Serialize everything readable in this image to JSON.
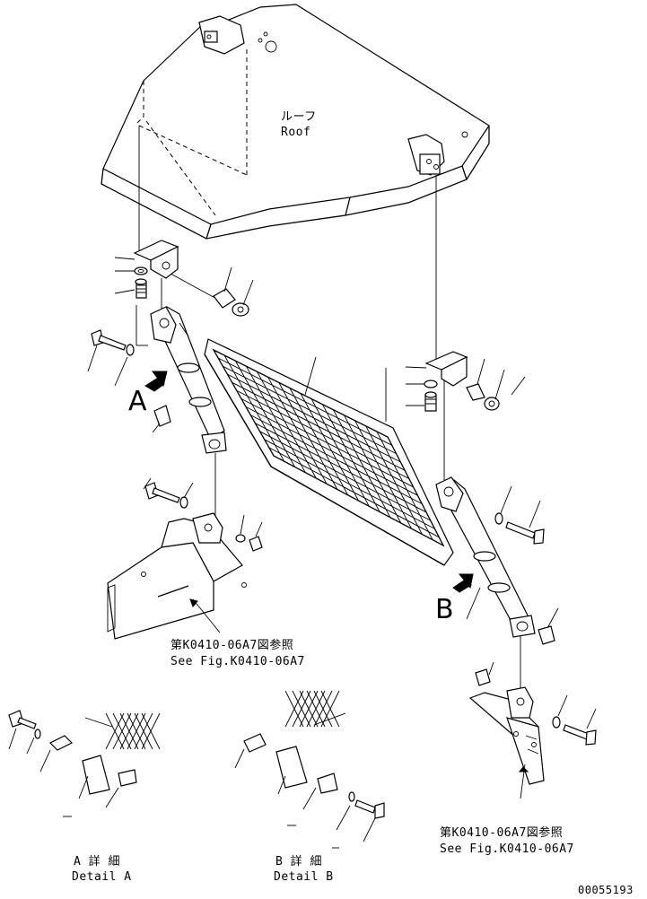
{
  "roof": {
    "label_jp": "ルーフ",
    "label_en": "Roof"
  },
  "detail_a": {
    "marker": "A",
    "title_jp": "A 詳 細",
    "title_en": "Detail A"
  },
  "detail_b": {
    "marker": "B",
    "title_jp": "B 詳 細",
    "title_en": "Detail B"
  },
  "reference_left": {
    "line_jp": "第K0410-06A7図参照",
    "line_en": "See Fig.K0410-06A7"
  },
  "reference_right": {
    "line_jp": "第K0410-06A7図参照",
    "line_en": "See Fig.K0410-06A7"
  },
  "drawing_number": "00055193"
}
